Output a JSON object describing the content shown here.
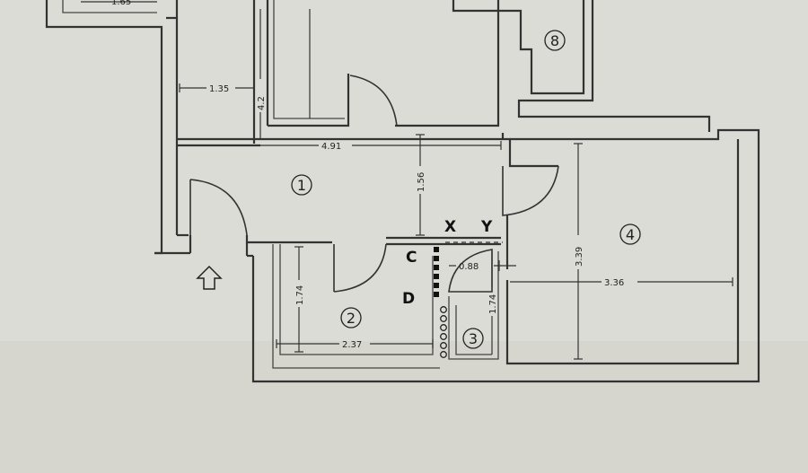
{
  "dimensions": {
    "top_width": "1.65",
    "corridor_width": "1.35",
    "corridor_height": "4.2",
    "hall_width": "4.91",
    "hall_depth": "1.56",
    "room4_height": "3.39",
    "room4_width": "3.36",
    "room2_height": "1.74",
    "room2_width": "2.37",
    "room3_height": "1.74",
    "room3_width": "0.88"
  },
  "rooms": {
    "r1": "1",
    "r2": "2",
    "r3": "3",
    "r4": "4",
    "r8": "8"
  },
  "markers": {
    "x": "X",
    "y": "Y",
    "c": "C",
    "d": "D"
  }
}
